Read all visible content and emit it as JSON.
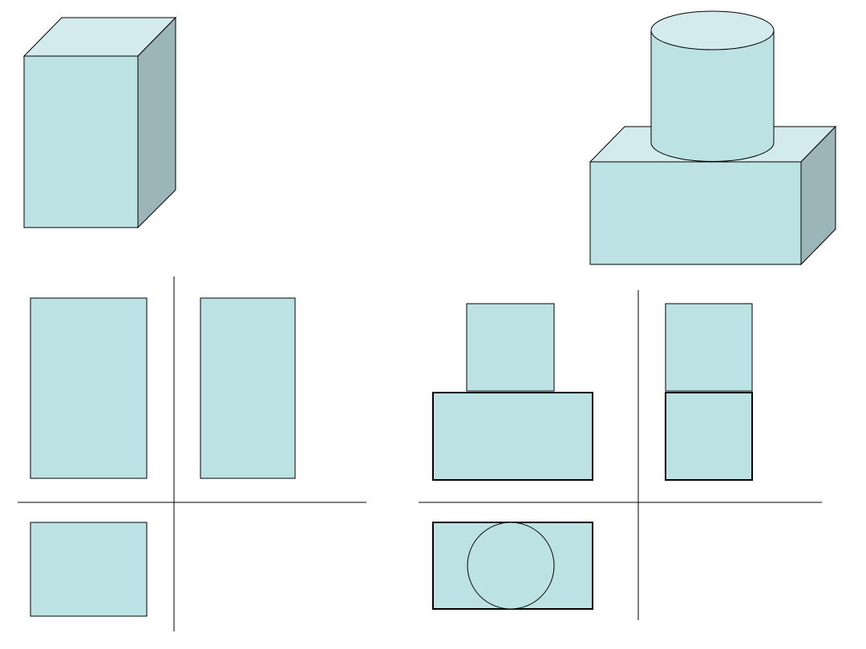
{
  "colors": {
    "face": "#bde2e3",
    "top_face": "#d3ebec",
    "side_face": "#9bb5b8",
    "stroke": "#000000",
    "background": "#ffffff"
  },
  "figures": [
    {
      "name": "rectangular-prism",
      "views": [
        "isometric",
        "front-view",
        "side-view",
        "top-view"
      ]
    },
    {
      "name": "cylinder-on-box",
      "views": [
        "isometric",
        "front-view",
        "side-view",
        "top-view"
      ]
    }
  ]
}
